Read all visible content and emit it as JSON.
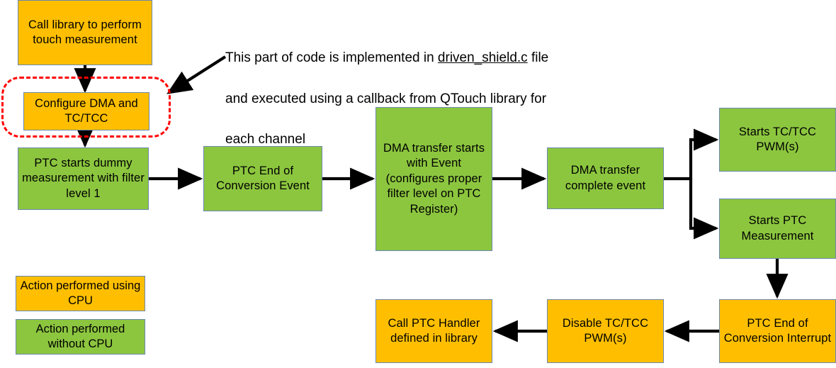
{
  "diagram": {
    "title": "QTouch driven shield PTC measurement sequence flowchart",
    "colors": {
      "cpu_action": "#FFBF00",
      "non_cpu_action": "#8CC63F",
      "node_border": "#6B87AE",
      "highlight_dashed": "#FF0000",
      "arrow": "#000000",
      "background": "#FFFFFF"
    },
    "annotation": {
      "line1_before": "This part of code is implemented in ",
      "line1_file": "driven_shield.c",
      "line1_after": " file",
      "line2": "and executed using a callback from QTouch library for",
      "line3": "each channel"
    },
    "nodes": [
      {
        "id": "call-library",
        "label": "Call library to perform touch measurement",
        "type": "cpu"
      },
      {
        "id": "configure-dma",
        "label": "Configure DMA and TC/TCC",
        "type": "cpu"
      },
      {
        "id": "ptc-dummy",
        "label": "PTC starts dummy measurement with filter level 1",
        "type": "non-cpu"
      },
      {
        "id": "ptc-eoc-event",
        "label": "PTC End of Conversion Event",
        "type": "non-cpu"
      },
      {
        "id": "dma-start",
        "label": "DMA transfer starts with Event (configures proper filter level on PTC Register)",
        "type": "non-cpu"
      },
      {
        "id": "dma-complete",
        "label": "DMA transfer complete event",
        "type": "non-cpu"
      },
      {
        "id": "starts-pwm",
        "label": "Starts TC/TCC PWM(s)",
        "type": "non-cpu"
      },
      {
        "id": "starts-ptc",
        "label": "Starts PTC Measurement",
        "type": "non-cpu"
      },
      {
        "id": "ptc-eoc-interrupt",
        "label": "PTC End of Conversion Interrupt",
        "type": "cpu"
      },
      {
        "id": "disable-pwm",
        "label": "Disable TC/TCC PWM(s)",
        "type": "cpu"
      },
      {
        "id": "call-handler",
        "label": "Call PTC Handler defined in library",
        "type": "cpu"
      }
    ],
    "edges": [
      {
        "from": "call-library",
        "to": "configure-dma"
      },
      {
        "from": "configure-dma",
        "to": "ptc-dummy"
      },
      {
        "from": "ptc-dummy",
        "to": "ptc-eoc-event"
      },
      {
        "from": "ptc-eoc-event",
        "to": "dma-start"
      },
      {
        "from": "dma-start",
        "to": "dma-complete"
      },
      {
        "from": "dma-complete",
        "to": "starts-pwm"
      },
      {
        "from": "dma-complete",
        "to": "starts-ptc"
      },
      {
        "from": "starts-ptc",
        "to": "ptc-eoc-interrupt"
      },
      {
        "from": "ptc-eoc-interrupt",
        "to": "disable-pwm"
      },
      {
        "from": "disable-pwm",
        "to": "call-handler"
      }
    ],
    "highlight": {
      "covers": [
        "configure-dma"
      ],
      "style": "red-dashed-rounded"
    },
    "legend": [
      {
        "id": "legend-cpu",
        "label": "Action performed using CPU",
        "type": "cpu"
      },
      {
        "id": "legend-non-cpu",
        "label": "Action performed without CPU",
        "type": "non-cpu"
      }
    ]
  }
}
